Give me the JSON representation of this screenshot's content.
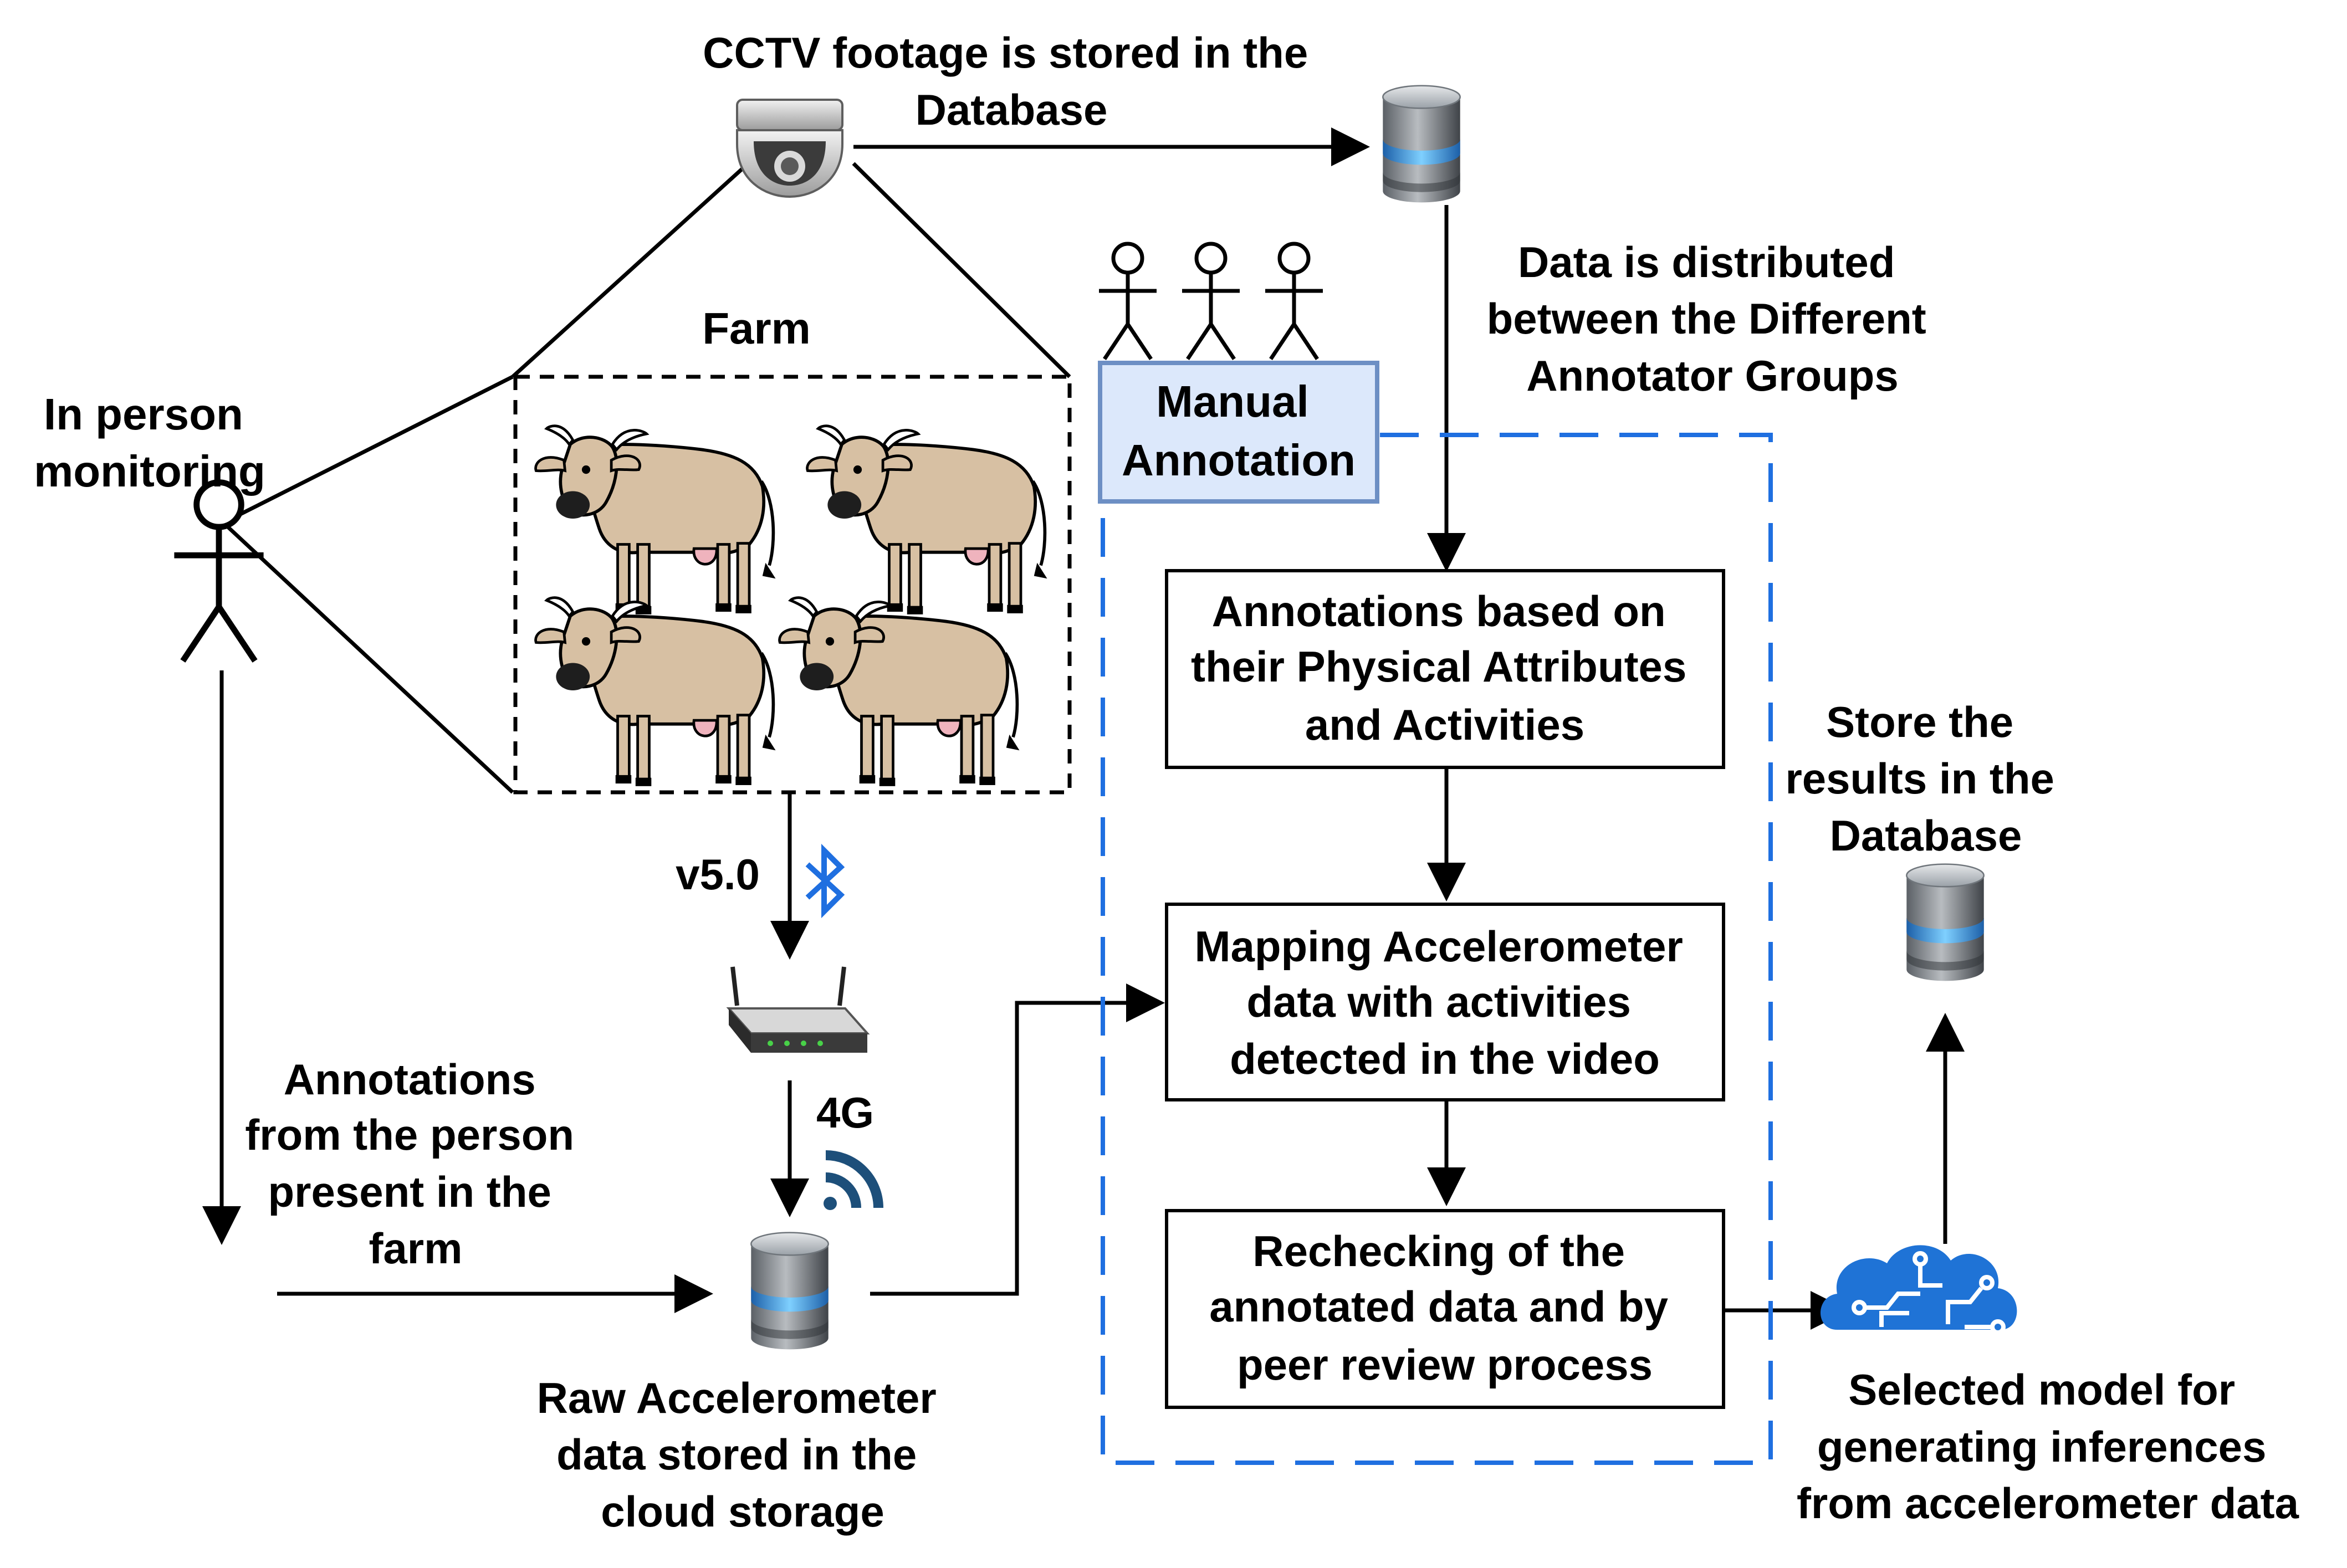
{
  "texts": {
    "cctv_caption": [
      "CCTV footage is stored in the",
      "Database"
    ],
    "farm_label": "Farm",
    "person_label": [
      "In person",
      "monitoring"
    ],
    "manual_annotation": [
      "Manual",
      "Annotation"
    ],
    "distribution_caption": [
      "Data is distributed",
      "between the Different",
      "Annotator Groups"
    ],
    "bluetooth_version": "v5.0",
    "cellular_label": "4G",
    "person_annotations": [
      "Annotations",
      "from the person",
      "present in the",
      "farm"
    ],
    "raw_data_caption": [
      "Raw Accelerometer",
      "data stored in the",
      "cloud storage"
    ],
    "store_results": [
      "Store the",
      "results in the",
      "Database"
    ],
    "model_caption": [
      "Selected model for",
      "generating inferences",
      "from accelerometer data"
    ]
  },
  "process_boxes": [
    [
      "Annotations based on",
      "their Physical Attributes",
      "and Activities"
    ],
    [
      "Mapping Accelerometer",
      "data with activities",
      "detected in the video"
    ],
    [
      "Rechecking of the",
      "annotated data and by",
      "peer review process"
    ]
  ],
  "icons": {
    "camera": "cctv-camera-icon",
    "database": "database-icon",
    "router": "wifi-router-icon",
    "bluetooth": "bluetooth-icon",
    "cellular": "cellular-signal-icon",
    "ai_model": "ai-brain-icon",
    "cow": "cow-icon",
    "person": "stick-figure-icon"
  },
  "colors": {
    "accent_blue": "#1f6fe0",
    "annotation_box_fill": "#dce8fb",
    "annotation_box_stroke": "#6d8fc4",
    "cow_body": "#d7c0a3",
    "cow_udder": "#efb3bd",
    "line": "#000000"
  }
}
